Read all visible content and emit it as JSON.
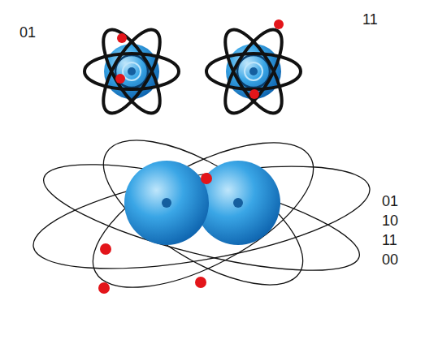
{
  "diagram": {
    "labels": [
      "01",
      "11",
      "01",
      "10",
      "11",
      "00"
    ]
  }
}
